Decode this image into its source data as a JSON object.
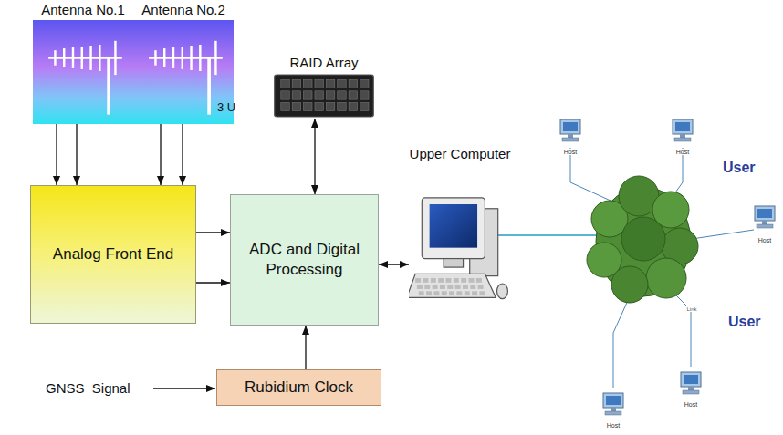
{
  "diagram": {
    "nodes": [
      {
        "text": [
          "Antenna No.1"
        ]
      },
      {
        "text": [
          "Antenna No.2"
        ]
      },
      {
        "text": [
          "RAID Array"
        ]
      },
      {
        "text": [
          "Analog Front End"
        ]
      },
      {
        "text": [
          "ADC and Digital Processing"
        ]
      },
      {
        "text": [
          "Upper Computer"
        ]
      },
      {
        "text": [
          "Rubidium Clock"
        ]
      }
    ],
    "edges": [
      {
        "from": 0,
        "to": 3,
        "arrow": "to"
      },
      {
        "from": 0,
        "to": 3,
        "arrow": "to"
      },
      {
        "from": 1,
        "to": 3,
        "arrow": "to"
      },
      {
        "from": 1,
        "to": 3,
        "arrow": "to"
      },
      {
        "from": 3,
        "to": 4,
        "arrow": "to"
      },
      {
        "from": 3,
        "to": 4,
        "arrow": "to"
      },
      {
        "from": 2,
        "to": 4,
        "arrow": "both"
      },
      {
        "from": 4,
        "to": 5,
        "arrow": "both"
      },
      {
        "from": 6,
        "to": 4,
        "arrow": "to"
      }
    ],
    "labels": [
      "3 U",
      "GNSS  Signal",
      "User",
      "User",
      "Host",
      "Host",
      "Host",
      "Host",
      "Host",
      "Link"
    ]
  }
}
